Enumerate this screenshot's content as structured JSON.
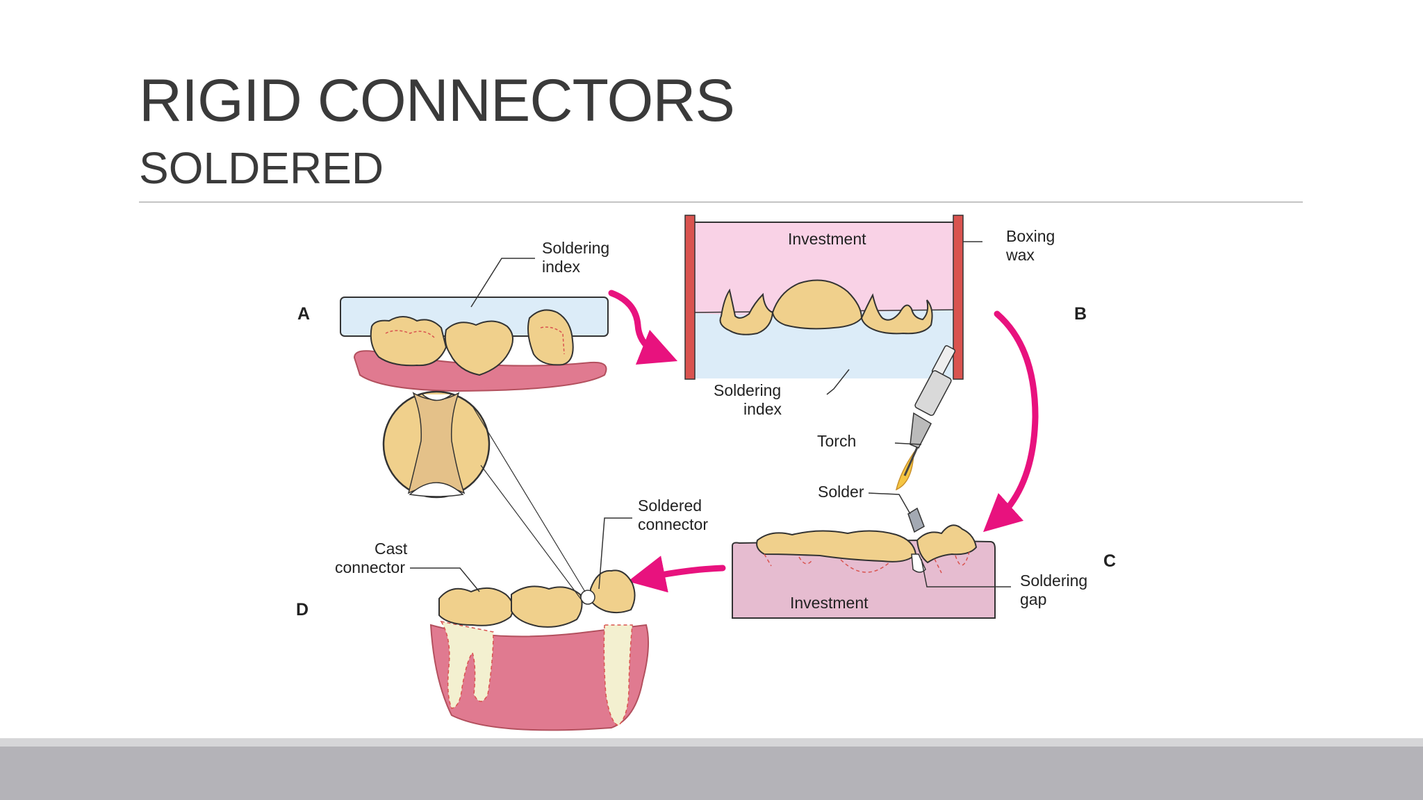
{
  "slide": {
    "title": "RIGID CONNECTORS",
    "subtitle": "SOLDERED"
  },
  "figure": {
    "panels": {
      "a": "A",
      "b": "B",
      "c": "C",
      "d": "D"
    },
    "labels": {
      "soldering_index_a_1": "Soldering",
      "soldering_index_a_2": "index",
      "investment_b": "Investment",
      "boxing_wax_1": "Boxing",
      "boxing_wax_2": "wax",
      "soldering_index_b_1": "Soldering",
      "soldering_index_b_2": "index",
      "torch": "Torch",
      "solder": "Solder",
      "soldering_gap_1": "Soldering",
      "soldering_gap_2": "gap",
      "investment_c": "Investment",
      "soldered_connector_1": "Soldered",
      "soldered_connector_2": "connector",
      "cast_connector_1": "Cast",
      "cast_connector_2": "connector"
    },
    "colors": {
      "arrow": "#e8127e",
      "gum": "#e07a90",
      "tooth": "#f0d08c",
      "index_blue": "#dcecf8",
      "investment_b": "#f9d2e6",
      "investment_c": "#e6bcd0",
      "boxing_wax": "#d9534f",
      "root": "#f3f0d0"
    }
  }
}
